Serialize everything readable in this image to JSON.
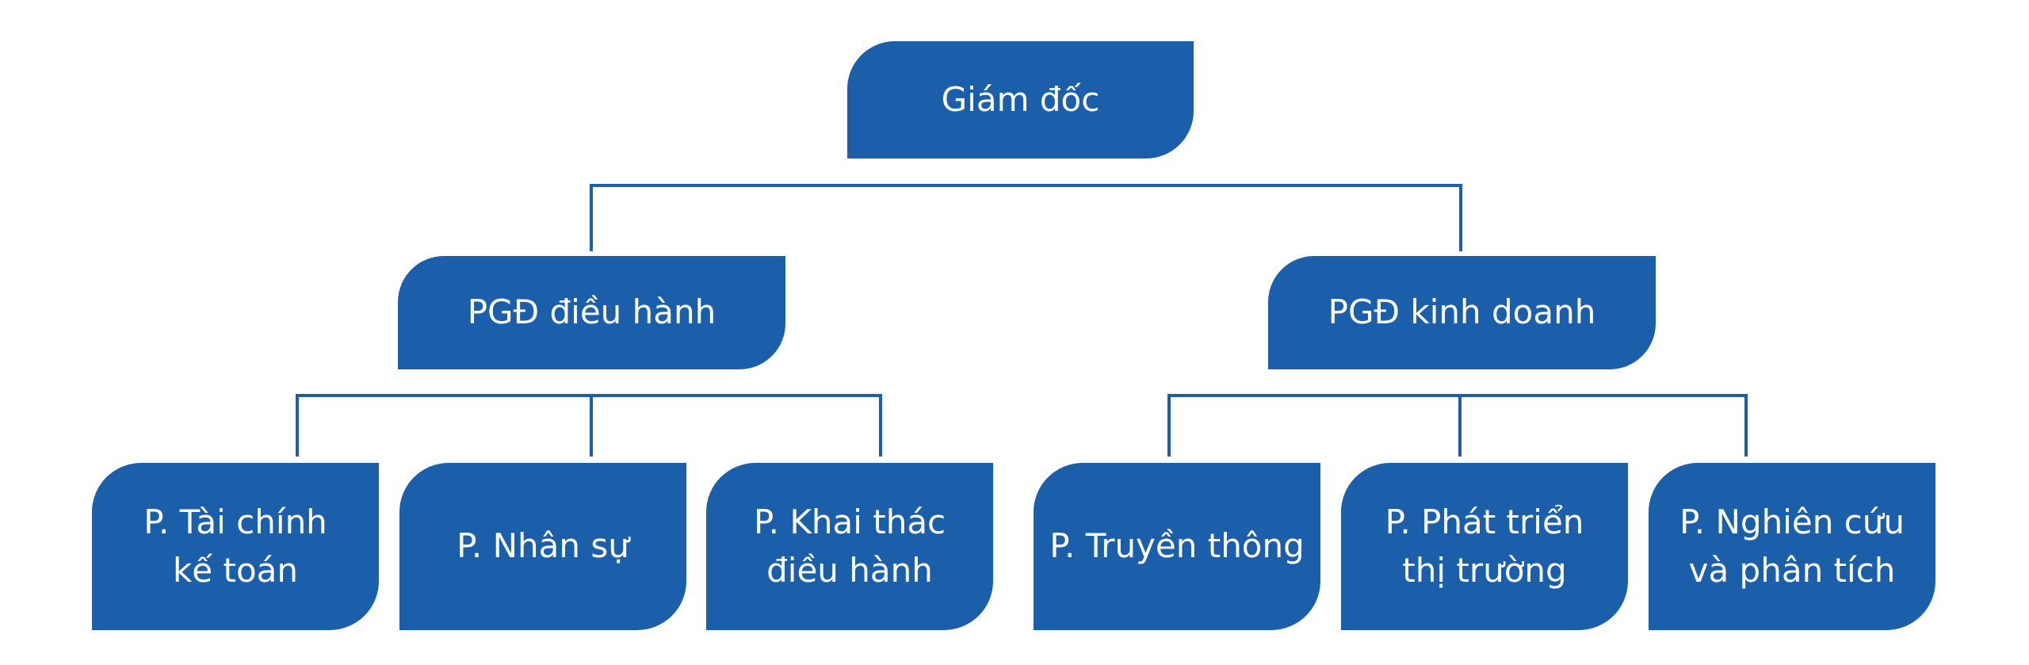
{
  "colors": {
    "box_fill": "#1b5fab",
    "connector": "#1b5fab",
    "text": "#ffffff",
    "background": "#ffffff"
  },
  "org": {
    "root": "Giám đốc",
    "deputies": [
      {
        "label": "PGĐ điều hành",
        "departments": [
          "P. Tài chính\nkế toán",
          "P. Nhân sự",
          "P. Khai thác\nđiều hành"
        ]
      },
      {
        "label": "PGĐ kinh doanh",
        "departments": [
          "P. Truyền thông",
          "P. Phát triển\nthị trường",
          "P. Nghiên cứu\nvà phân tích"
        ]
      }
    ]
  }
}
